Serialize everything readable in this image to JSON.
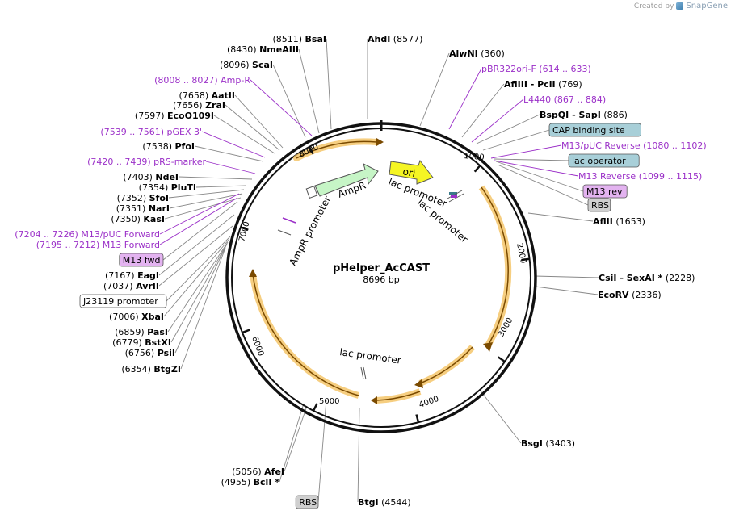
{
  "credit": {
    "prefix": "Created by",
    "brand": "SnapGene"
  },
  "plasmid": {
    "name": "pHelper_AcCAST",
    "size": "8696 bp",
    "length": 8696
  },
  "colors": {
    "enzyme": "#000000",
    "primer": "#9b30c8",
    "feature_box_blue": "#a8cfd8",
    "feature_box_purple": "#e3b3f0",
    "feature_box_gray": "#cfcfcf",
    "orf": "#f4c56a",
    "ori": "#f5f523",
    "ampr": "#c6f5c6",
    "backbone": "#111111"
  },
  "ticks": [
    "1000",
    "2000",
    "3000",
    "4000",
    "5000",
    "6000",
    "7000",
    "8000"
  ],
  "features": [
    {
      "name": "ori",
      "type": "ori-arrow",
      "label_shown": true
    },
    {
      "name": "AmpR",
      "type": "ampr-arrow",
      "label_shown": true
    },
    {
      "name": "AmpR promoter",
      "type": "promoter",
      "label_shown": true
    },
    {
      "name": "lac promoter",
      "type": "promoter",
      "label_shown": true
    },
    {
      "name": "lac promoter",
      "type": "promoter",
      "label_shown": true
    },
    {
      "name": "lac promoter",
      "type": "promoter",
      "label_shown": true
    }
  ],
  "labels": [
    {
      "id": "bsai",
      "kind": "enzyme",
      "pos": "(8511)",
      "name": "BsaI",
      "side": "left"
    },
    {
      "id": "nmeaiii",
      "kind": "enzyme",
      "pos": "(8430)",
      "name": "NmeAIII",
      "side": "left"
    },
    {
      "id": "scai",
      "kind": "enzyme",
      "pos": "(8096)",
      "name": "ScaI",
      "side": "left"
    },
    {
      "id": "ampr-primer",
      "kind": "primer",
      "pos": "(8008 .. 8027)",
      "name": "Amp-R",
      "side": "left"
    },
    {
      "id": "aatii",
      "kind": "enzyme",
      "pos": "(7658)",
      "name": "AatII",
      "side": "left"
    },
    {
      "id": "zrai",
      "kind": "enzyme",
      "pos": "(7656)",
      "name": "ZraI",
      "side": "left"
    },
    {
      "id": "ecoo109i",
      "kind": "enzyme",
      "pos": "(7597)",
      "name": "EcoO109I",
      "side": "left"
    },
    {
      "id": "pgex3",
      "kind": "primer",
      "pos": "(7539 .. 7561)",
      "name": "pGEX 3'",
      "side": "left"
    },
    {
      "id": "pfoi",
      "kind": "enzyme",
      "pos": "(7538)",
      "name": "PfoI",
      "side": "left"
    },
    {
      "id": "prs-marker",
      "kind": "primer",
      "pos": "(7420 .. 7439)",
      "name": "pRS-marker",
      "side": "left"
    },
    {
      "id": "ndei",
      "kind": "enzyme",
      "pos": "(7403)",
      "name": "NdeI",
      "side": "left"
    },
    {
      "id": "pluti",
      "kind": "enzyme",
      "pos": "(7354)",
      "name": "PluTI",
      "side": "left"
    },
    {
      "id": "sfoi",
      "kind": "enzyme",
      "pos": "(7352)",
      "name": "SfoI",
      "side": "left"
    },
    {
      "id": "nari",
      "kind": "enzyme",
      "pos": "(7351)",
      "name": "NarI",
      "side": "left"
    },
    {
      "id": "kasi",
      "kind": "enzyme",
      "pos": "(7350)",
      "name": "KasI",
      "side": "left"
    },
    {
      "id": "m13puc-fwd",
      "kind": "primer",
      "pos": "(7204 .. 7226)",
      "name": "M13/pUC Forward",
      "side": "left"
    },
    {
      "id": "m13-fwd-primer",
      "kind": "primer",
      "pos": "(7195 .. 7212)",
      "name": "M13 Forward",
      "side": "left"
    },
    {
      "id": "m13-fwd-box",
      "kind": "box-purple",
      "pos": "",
      "name": "M13 fwd",
      "side": "left"
    },
    {
      "id": "eagi",
      "kind": "enzyme",
      "pos": "(7167)",
      "name": "EagI",
      "side": "left"
    },
    {
      "id": "avrii",
      "kind": "enzyme",
      "pos": "(7037)",
      "name": "AvrII",
      "side": "left"
    },
    {
      "id": "j23119",
      "kind": "box-white",
      "pos": "",
      "name": "J23119 promoter",
      "side": "left"
    },
    {
      "id": "xbai",
      "kind": "enzyme",
      "pos": "(7006)",
      "name": "XbaI",
      "side": "left"
    },
    {
      "id": "pasi",
      "kind": "enzyme",
      "pos": "(6859)",
      "name": "PasI",
      "side": "left"
    },
    {
      "id": "bstxi",
      "kind": "enzyme",
      "pos": "(6779)",
      "name": "BstXI",
      "side": "left"
    },
    {
      "id": "psii",
      "kind": "enzyme",
      "pos": "(6756)",
      "name": "PsiI",
      "side": "left"
    },
    {
      "id": "btgzi",
      "kind": "enzyme",
      "pos": "(6354)",
      "name": "BtgZI",
      "side": "left"
    },
    {
      "id": "afei",
      "kind": "enzyme",
      "pos": "(5056)",
      "name": "AfeI",
      "side": "left"
    },
    {
      "id": "bcli",
      "kind": "enzyme",
      "pos": "(4955)",
      "name": "BclI *",
      "side": "left"
    },
    {
      "id": "rbs-bottom",
      "kind": "box-gray",
      "pos": "",
      "name": "RBS",
      "side": "left"
    },
    {
      "id": "ahdi",
      "kind": "enzyme",
      "pos": "(8577)",
      "name": "AhdI",
      "side": "right"
    },
    {
      "id": "alwni",
      "kind": "enzyme",
      "pos": "(360)",
      "name": "AlwNI",
      "side": "right"
    },
    {
      "id": "pbr322ori",
      "kind": "primer",
      "pos": "(614 .. 633)",
      "name": "pBR322ori-F",
      "side": "right"
    },
    {
      "id": "afliii",
      "kind": "enzyme",
      "pos": "(769)",
      "name": "AflIII - PciI",
      "side": "right"
    },
    {
      "id": "l4440",
      "kind": "primer",
      "pos": "(867 .. 884)",
      "name": "L4440",
      "side": "right"
    },
    {
      "id": "bspqi",
      "kind": "enzyme",
      "pos": "(886)",
      "name": "BspQI - SapI",
      "side": "right"
    },
    {
      "id": "cap",
      "kind": "box-blue",
      "pos": "",
      "name": "CAP binding site",
      "side": "right"
    },
    {
      "id": "m13puc-rev",
      "kind": "primer",
      "pos": "(1080 .. 1102)",
      "name": "M13/pUC Reverse",
      "side": "right"
    },
    {
      "id": "lacop",
      "kind": "box-blue",
      "pos": "",
      "name": "lac operator",
      "side": "right"
    },
    {
      "id": "m13-rev-primer",
      "kind": "primer",
      "pos": "(1099 .. 1115)",
      "name": "M13 Reverse",
      "side": "right"
    },
    {
      "id": "m13-rev-box",
      "kind": "box-purple",
      "pos": "",
      "name": "M13 rev",
      "side": "right"
    },
    {
      "id": "rbs-top",
      "kind": "box-gray",
      "pos": "",
      "name": "RBS",
      "side": "right"
    },
    {
      "id": "aflii",
      "kind": "enzyme",
      "pos": "(1653)",
      "name": "AflII",
      "side": "right"
    },
    {
      "id": "csii",
      "kind": "enzyme",
      "pos": "(2228)",
      "name": "CsiI - SexAI *",
      "side": "right"
    },
    {
      "id": "ecorv",
      "kind": "enzyme",
      "pos": "(2336)",
      "name": "EcoRV",
      "side": "right"
    },
    {
      "id": "bsgi",
      "kind": "enzyme",
      "pos": "(3403)",
      "name": "BsgI",
      "side": "right"
    },
    {
      "id": "btgi",
      "kind": "enzyme",
      "pos": "(4544)",
      "name": "BtgI",
      "side": "right"
    }
  ]
}
